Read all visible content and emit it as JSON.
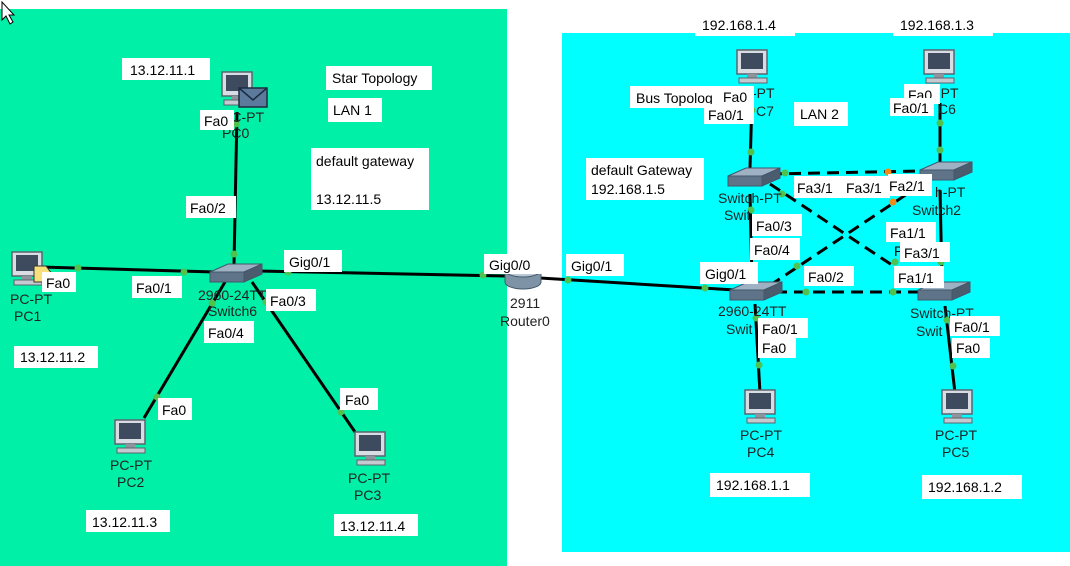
{
  "colors": {
    "lan1_bg": "#00f0a8",
    "lan2_bg": "#00ffff",
    "link": "#000000",
    "port_up": "#4fc24f",
    "port_down": "#f08a18"
  },
  "notes": {
    "lan1_title": "Star Topology",
    "lan1_name": "LAN 1",
    "lan1_gw_label": "default gateway",
    "lan1_gw_ip": "13.12.11.5",
    "lan2_title": "Bus Topolog",
    "lan2_name": "LAN 2",
    "lan2_gw_label": "default Gateway",
    "lan2_gw_ip": "192.168.1.5"
  },
  "ips": {
    "pc0": "13.12.11.1",
    "pc1": "13.12.11.2",
    "pc2": "13.12.11.3",
    "pc3": "13.12.11.4",
    "pc7": "192.168.1.4",
    "pc6": "192.168.1.3",
    "pc4": "192.168.1.1",
    "pc5": "192.168.1.2"
  },
  "devices": {
    "pc0": {
      "model": "PC-PT",
      "name": "PC0"
    },
    "pc1": {
      "model": "PC-PT",
      "name": "PC1"
    },
    "pc2": {
      "model": "PC-PT",
      "name": "PC2"
    },
    "pc3": {
      "model": "PC-PT",
      "name": "PC3"
    },
    "pc4": {
      "model": "PC-PT",
      "name": "PC4"
    },
    "pc5": {
      "model": "PC-PT",
      "name": "PC5"
    },
    "pc6": {
      "model": "-PT",
      "name": "C6"
    },
    "pc7": {
      "model": "-PT",
      "name": "C7"
    },
    "switch6": {
      "model": "2960-24TT",
      "name": "Switch6"
    },
    "router0": {
      "model": "2911",
      "name": "Router0"
    },
    "sw_tl": {
      "model": "Switch-PT",
      "name": "Swit"
    },
    "sw_tr": {
      "model": "h-PT",
      "name": "Switch2"
    },
    "sw_bl": {
      "model": "2960-24TT",
      "name": "Swit"
    },
    "sw_br": {
      "model": "Switch-PT",
      "name": "Swit"
    }
  },
  "ports": {
    "pc0_fa0": "Fa0",
    "pc1_fa0": "Fa0",
    "pc2_fa0": "Fa0",
    "pc3_fa0": "Fa0",
    "s6_fa02": "Fa0/2",
    "s6_fa01": "Fa0/1",
    "s6_fa03": "Fa0/3",
    "s6_fa04": "Fa0/4",
    "s6_gig01": "Gig0/1",
    "r0_gig00": "Gig0/0",
    "r0_gig01": "Gig0/1",
    "pc7_fa0": "Fa0",
    "tl_fa01": "Fa0/1",
    "pc6_fa0": "Fa0",
    "tr_fa01": "Fa0/1",
    "tl_fa31": "Fa3/1",
    "tr_fa31": "Fa3/1",
    "tr_fa21": "Fa2/1",
    "tl_fa03": "Fa0/3",
    "tl_fa04": "Fa0/4",
    "tr_fa11": "Fa1/1",
    "br_fa31": "Fa3/1",
    "br_fa11": "Fa1/1",
    "bl_gig01": "Gig0/1",
    "bl_fa02": "Fa0/2",
    "bl_fa01": "Fa0/1",
    "pc4_fa0": "Fa0",
    "br_fa01": "Fa0/1",
    "pc5_fa0": "Fa0",
    "stray_p": "P"
  }
}
